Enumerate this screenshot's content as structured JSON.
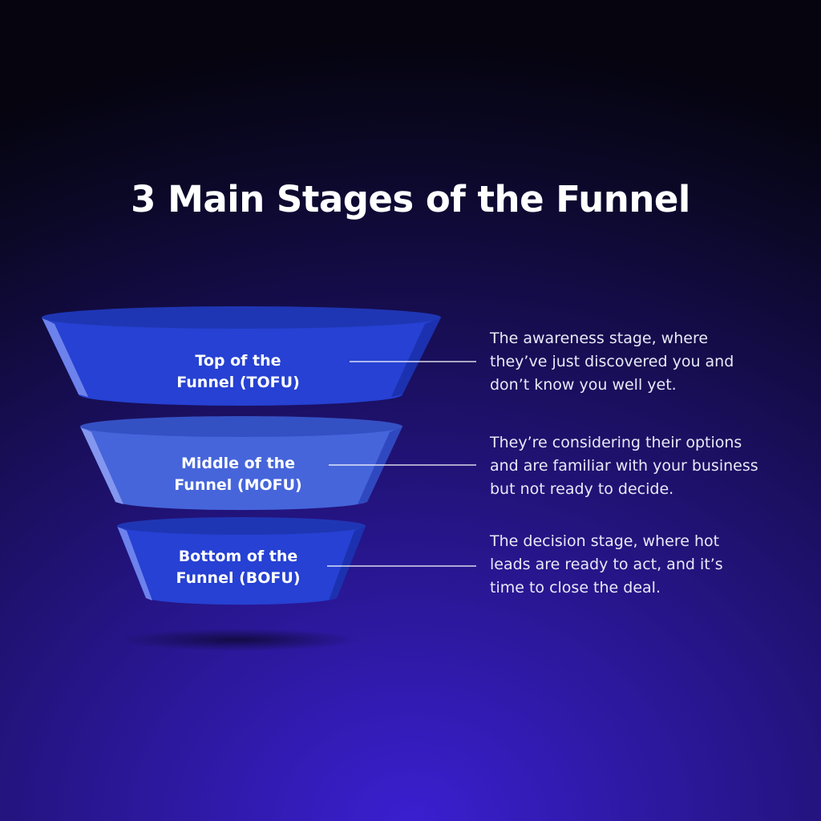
{
  "title": "3 Main Stages of the Funnel",
  "colors": {
    "tier_top": "#2641d3",
    "tier_middle": "#4665db",
    "tier_bottom": "#2641d3",
    "connector": "#ffffff",
    "text": "#ffffff"
  },
  "stages": [
    {
      "label_lines": [
        "Top of the",
        "Funnel (TOFU)"
      ],
      "description_lines": [
        "The awareness stage, where",
        "they’ve just discovered you and",
        "don’t know you well yet."
      ]
    },
    {
      "label_lines": [
        "Middle of the",
        "Funnel (MOFU)"
      ],
      "description_lines": [
        "They’re considering their options",
        "and are familiar with your business",
        "but not ready to decide."
      ]
    },
    {
      "label_lines": [
        "Bottom of the",
        "Funnel (BOFU)"
      ],
      "description_lines": [
        "The decision stage, where hot",
        "leads are ready to act, and it’s",
        "time to close the deal."
      ]
    }
  ]
}
